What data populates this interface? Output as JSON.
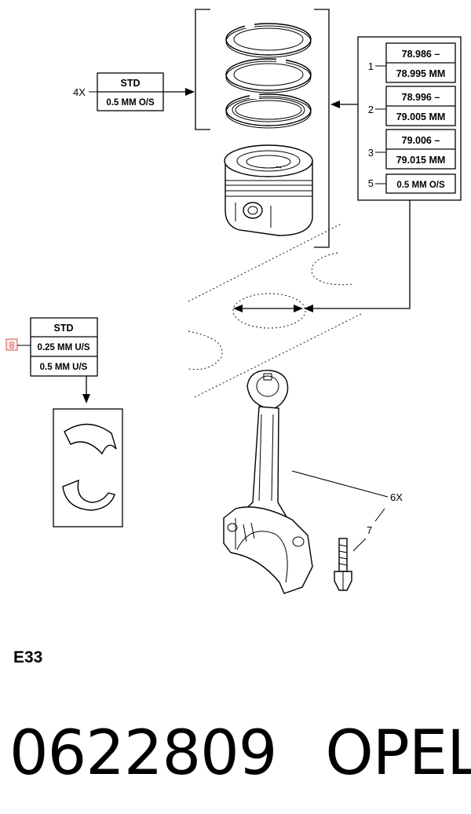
{
  "diagram": {
    "ring_set": {
      "callout": "4X",
      "sizes": [
        "STD",
        "0.5 MM O/S"
      ]
    },
    "piston_sizes": [
      {
        "callout": "1",
        "lines": [
          "78.986 –",
          "78.995 MM"
        ]
      },
      {
        "callout": "2",
        "lines": [
          "78.996 –",
          "79.005 MM"
        ]
      },
      {
        "callout": "3",
        "lines": [
          "79.006 –",
          "79.015 MM"
        ]
      },
      {
        "callout": "5",
        "lines": [
          "0.5 MM O/S"
        ]
      }
    ],
    "bearing": {
      "callout": "8",
      "sizes": [
        "STD",
        "0.25 MM U/S",
        "0.5 MM U/S"
      ]
    },
    "rod_callout": "6X",
    "bolt_callout": "7",
    "code": "E33"
  },
  "footer": {
    "part_number": "0622809",
    "brand": "OPEL"
  },
  "colors": {
    "selected_callout_border": "#d9534f",
    "selected_callout_fill": "#fde8e8"
  }
}
